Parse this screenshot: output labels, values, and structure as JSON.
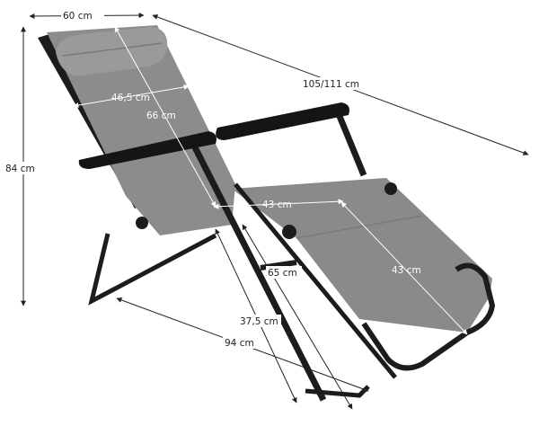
{
  "colors": {
    "fabric": "#8c8c8c",
    "fabric_dark": "#7a7a7a",
    "frame": "#1c1c1c",
    "armrest": "#151515",
    "dimension_line": "#222222",
    "dimension_on_fabric": "#ffffff"
  },
  "dimensions": {
    "top_width": "60 cm",
    "total_length": "105/111 cm",
    "headrest_width": "46,5 cm",
    "backrest_length": "66 cm",
    "height": "84 cm",
    "seat_width": "43 cm",
    "footrest_length": "43 cm",
    "leg_65": "65 cm",
    "leg_37": "37,5 cm",
    "base_length": "94 cm"
  }
}
